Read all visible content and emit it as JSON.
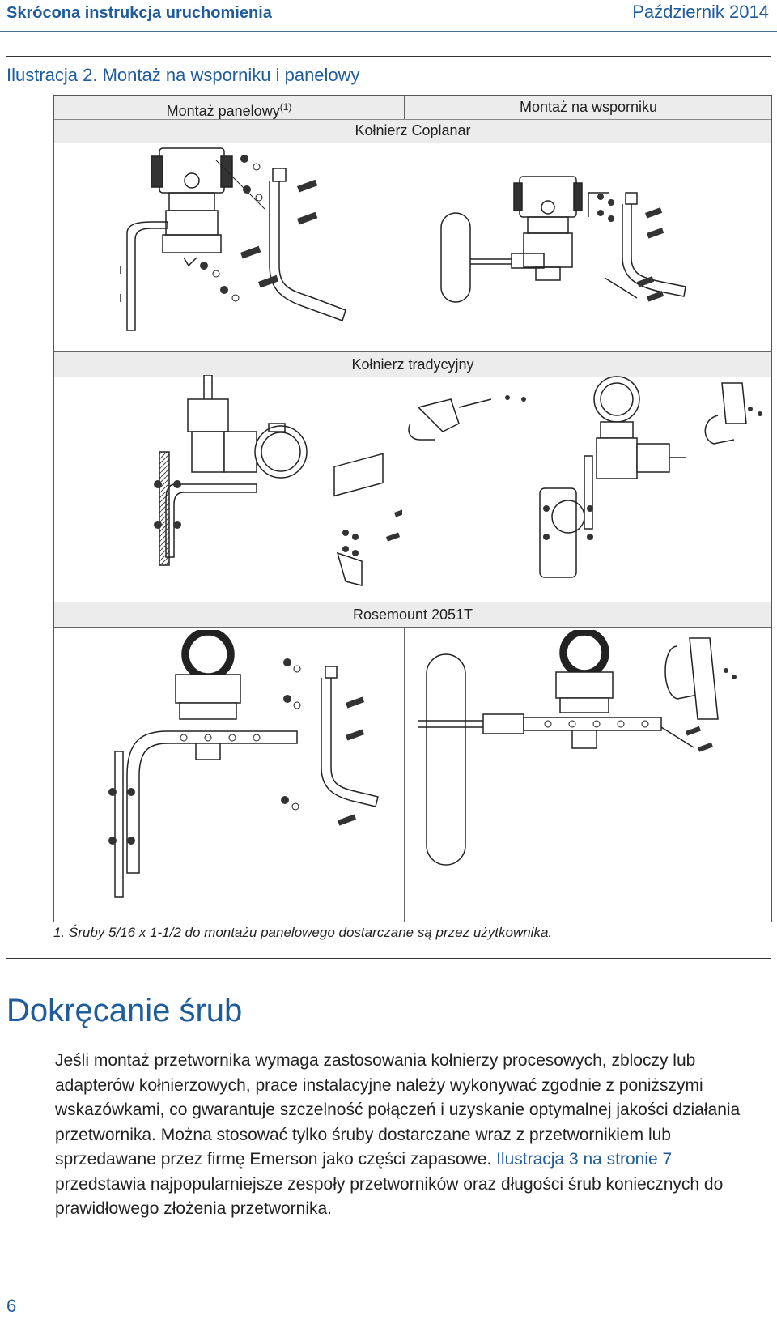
{
  "header": {
    "left": "Skrócona instrukcja uruchomienia",
    "right": "Październik 2014"
  },
  "figure": {
    "title": "Ilustracja 2.  Montaż na wsporniku i panelowy",
    "col_left": "Montaż panelowy",
    "col_left_sup": "(1)",
    "col_right": "Montaż na wsporniku",
    "row1": "Kołnierz Coplanar",
    "row2": "Kołnierz tradycyjny",
    "row3": "Rosemount 2051T",
    "note": "1. Śruby 5/16 x 1-1/2 do montażu panelowego dostarczane są przez użytkownika."
  },
  "section": {
    "title": "Dokręcanie śrub",
    "para_a": "Jeśli montaż przetwornika wymaga zastosowania kołnierzy procesowych, zbloczy lub adapterów kołnierzowych, prace instalacyjne należy wykonywać zgodnie z poniższymi wskazówkami, co gwarantuje szczelność połączeń i uzyskanie optymalnej jakości działania przetwornika. Można stosować tylko śruby dostarczane wraz z przetwornikiem lub sprzedawane przez firmę Emerson jako części zapasowe. ",
    "link": "Ilustracja 3 na stronie 7",
    "para_b": " przedstawia najpopularniejsze zespoły przetworników oraz długości śrub koniecznych do prawidłowego złożenia przetwornika."
  },
  "page_number": "6"
}
